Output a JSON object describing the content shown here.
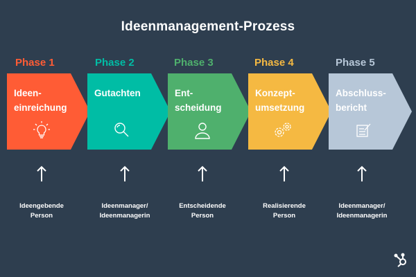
{
  "title": "Ideenmanagement-Prozess",
  "phases": [
    {
      "label": "Phase 1",
      "text": "Ideen-\neinreichung",
      "role": "Ideengebende\nPerson",
      "color": "#ff5c35",
      "label_color": "#ff5c35",
      "icon": "lightbulb-icon"
    },
    {
      "label": "Phase 2",
      "text": "Gutachten",
      "role": "Ideenmanager/\nIdeenmanagerin",
      "color": "#00bda5",
      "label_color": "#00bda5",
      "icon": "magnifier-icon"
    },
    {
      "label": "Phase 3",
      "text": "Ent-\nscheidung",
      "role": "Entscheidende\nPerson",
      "color": "#4fb06d",
      "label_color": "#4fb06d",
      "icon": "person-icon"
    },
    {
      "label": "Phase 4",
      "text": "Konzept-\numsetzung",
      "role": "Realisierende\nPerson",
      "color": "#f5b942",
      "label_color": "#f5b942",
      "icon": "gears-icon"
    },
    {
      "label": "Phase 5",
      "text": "Abschluss-\nbericht",
      "role": "Ideenmanager/\nIdeenmanagerin",
      "color": "#b7c7d8",
      "label_color": "#b7c7d8",
      "icon": "report-icon"
    }
  ],
  "logo": "hubspot-logo-icon"
}
